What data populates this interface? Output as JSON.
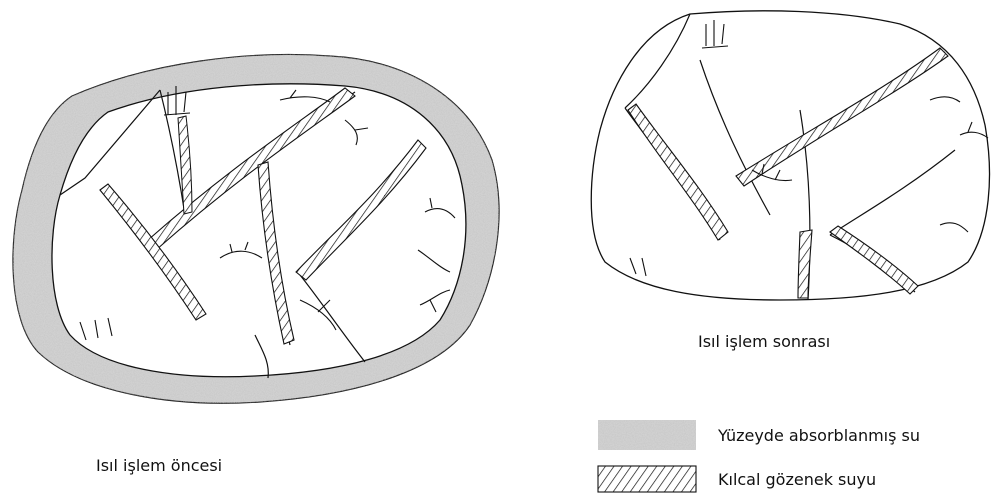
{
  "captions": {
    "before": "Isıl işlem öncesi",
    "after": "Isıl işlem sonrası"
  },
  "legend": {
    "adsorbed": "Yüzeyde absorblanmış su",
    "capillary": "Kılcal gözenek suyu"
  },
  "colors": {
    "outline": "#111111",
    "adsorbed_fill": "#c9c9c9",
    "background": "#ffffff"
  }
}
